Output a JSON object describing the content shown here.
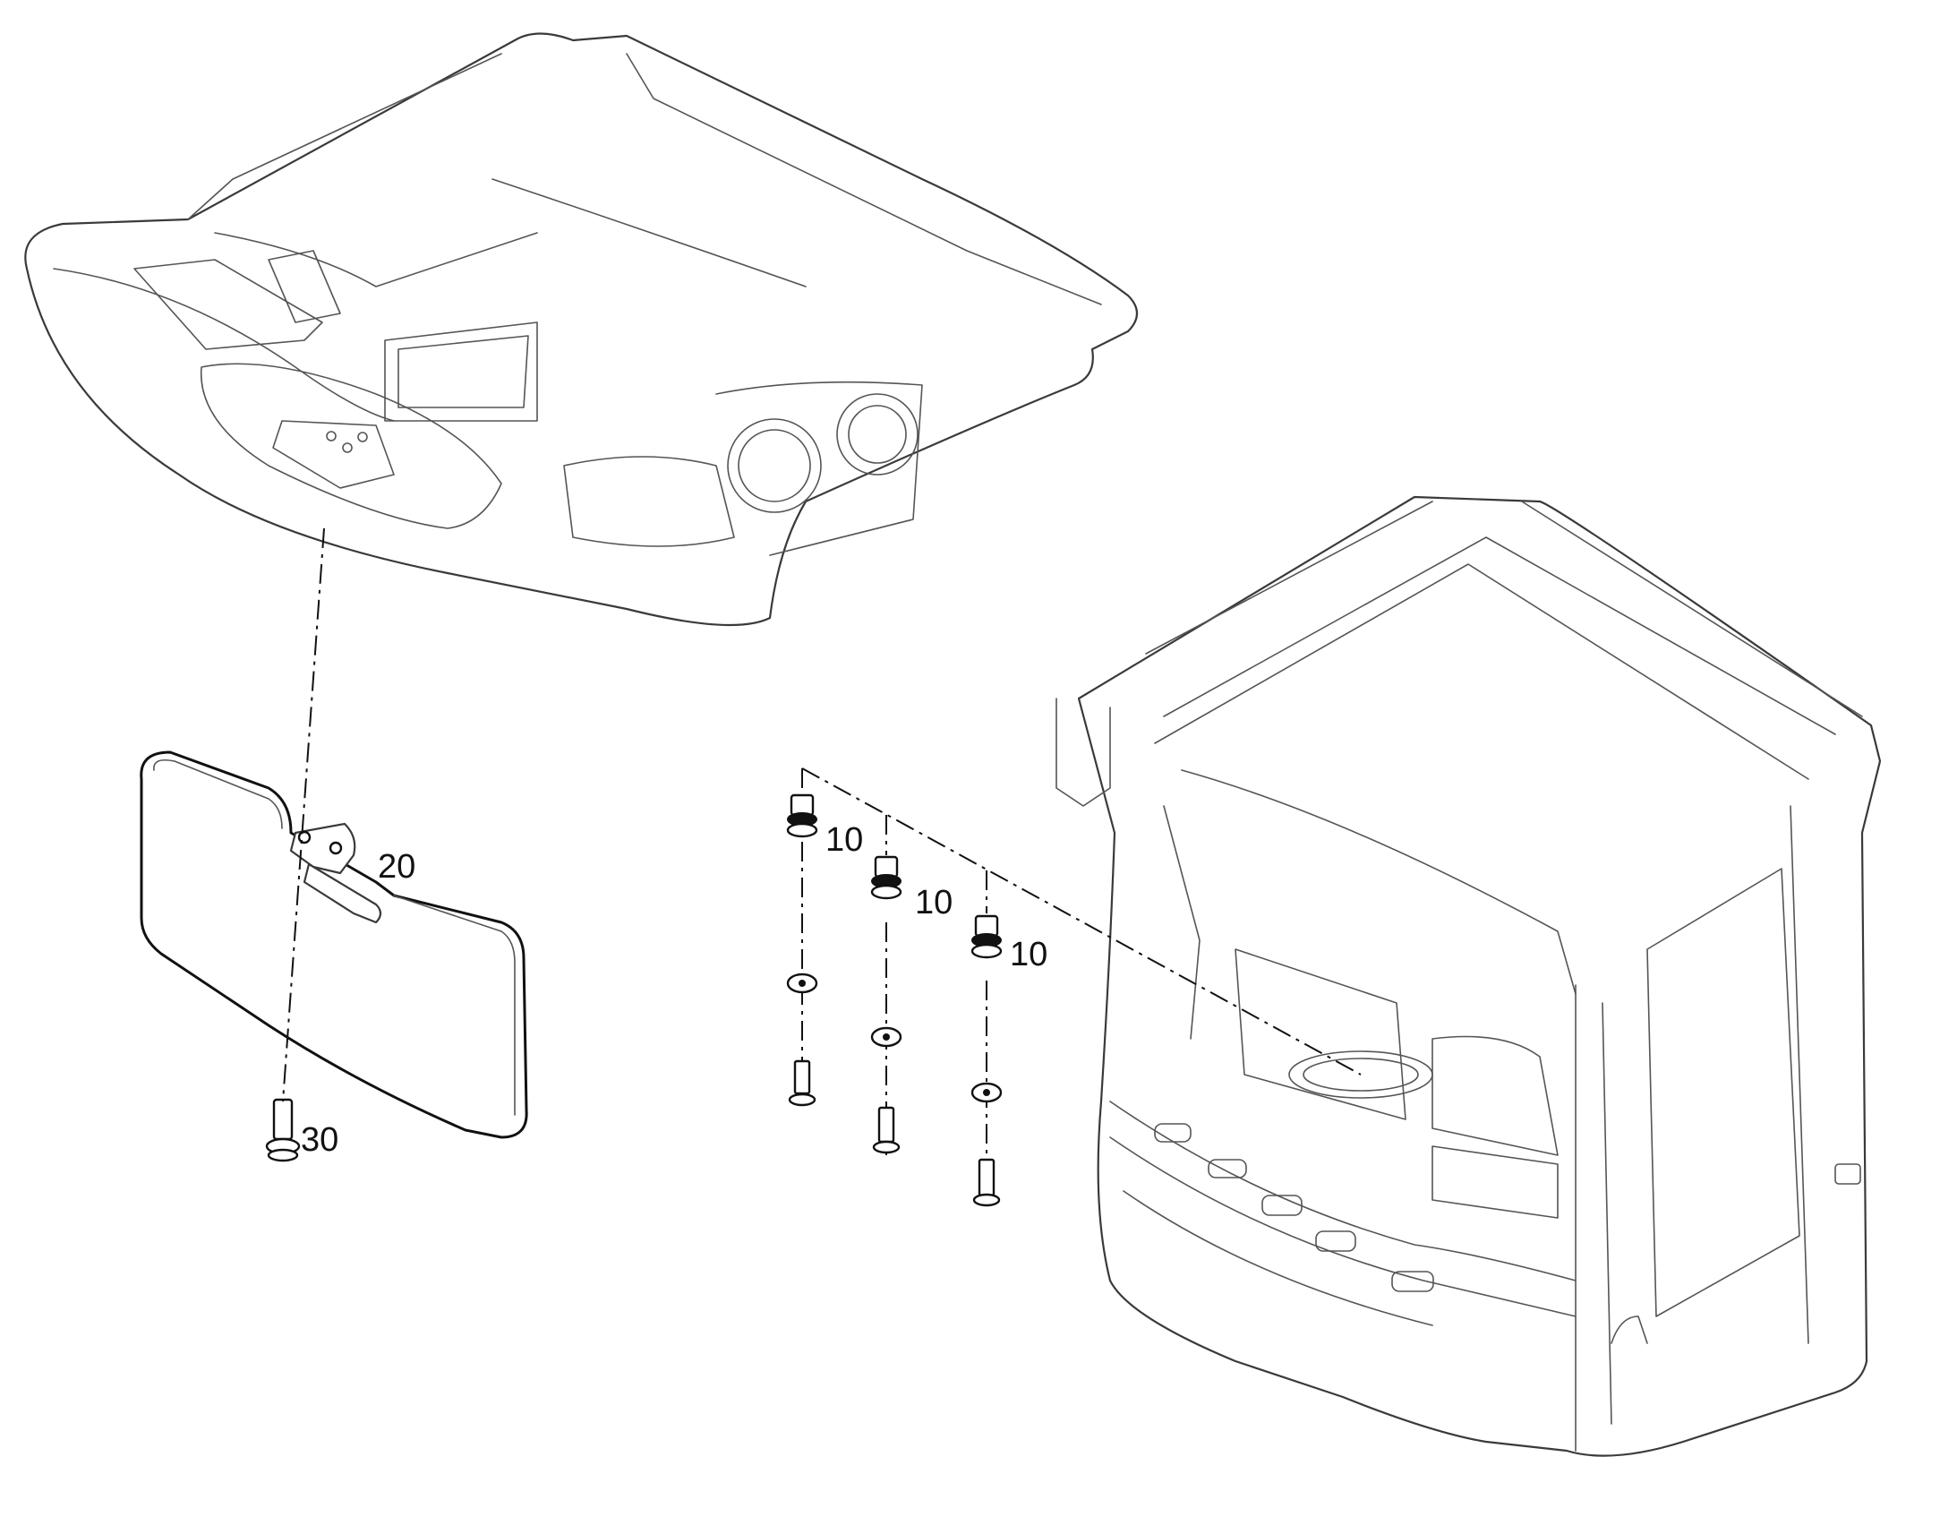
{
  "callouts": {
    "nut_a": "10",
    "nut_b": "10",
    "nut_c": "10",
    "mirror": "20",
    "screw": "30"
  }
}
